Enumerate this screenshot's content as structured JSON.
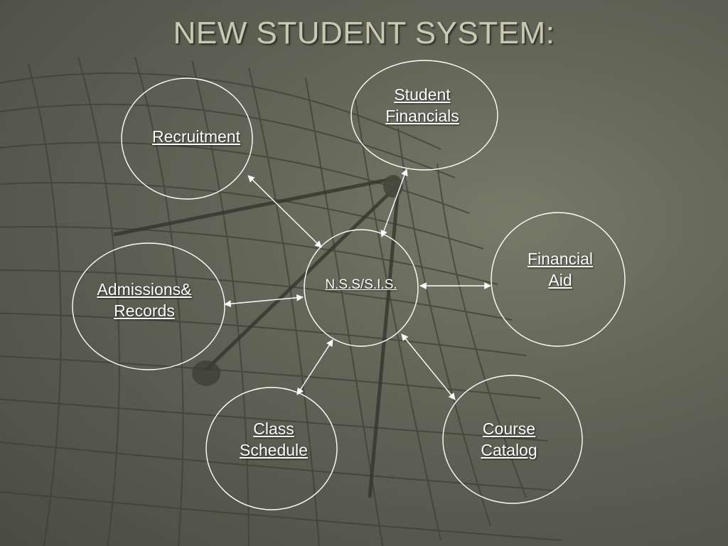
{
  "slide": {
    "title": "NEW STUDENT SYSTEM:"
  },
  "nodes": {
    "center": {
      "line1": "N.S.S/S.I.S."
    },
    "recruitment": {
      "line1": "Recruitment"
    },
    "student_financials": {
      "line1": "Student",
      "line2": "Financials"
    },
    "financial_aid": {
      "line1": "Financial",
      "line2": "Aid"
    },
    "admissions_records": {
      "line1": "Admissions&",
      "line2": "Records"
    },
    "class_schedule": {
      "line1": "Class",
      "line2": "Schedule"
    },
    "course_catalog": {
      "line1": "Course",
      "line2": "Catalog"
    }
  },
  "colors": {
    "background": "#5f6254",
    "title": "#c9c8b0",
    "lines": "#ffffff",
    "grid": "#3c3e33"
  }
}
